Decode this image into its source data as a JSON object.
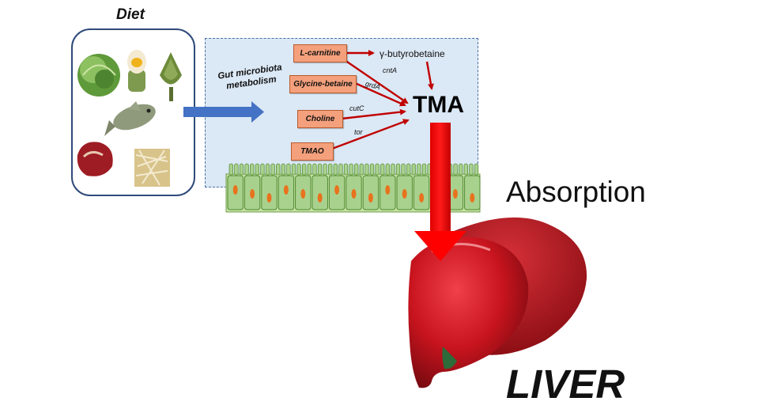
{
  "diet": {
    "title": "Diet",
    "items": [
      "cabbage",
      "egg",
      "artichoke",
      "fish",
      "red-meat",
      "sprouts"
    ]
  },
  "gut": {
    "label": "Gut microbiota metabolism"
  },
  "precursors": {
    "l_carnitine": "L-carnitine",
    "glycine_betaine": "Glycine-betaine",
    "choline": "Choline",
    "tmao": "TMAO"
  },
  "intermediate": "γ-butyrobetaine",
  "enzymes": {
    "cnta": "cntA",
    "grda": "grdA",
    "cutc": "cutC",
    "tor": "tor"
  },
  "product": "TMA",
  "absorption": "Absorption",
  "organ": "LIVER",
  "colors": {
    "pill_fill": "#f4a07c",
    "pathway_arrow": "#c00000",
    "gut_box": "#dbe8f5",
    "diet_to_gut_arrow": "#4472c4",
    "absorption_arrow": "#ff0000",
    "liver": "#c0141c",
    "epithelium": "#a9d18e"
  }
}
